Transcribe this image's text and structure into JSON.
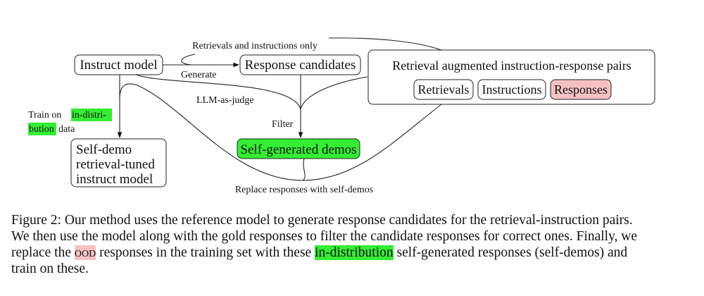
{
  "diagram": {
    "nodes": {
      "instruct_model": "Instruct model",
      "response_candidates": "Response candidates",
      "pairs_title": "Retrieval augmented instruction-response pairs",
      "retrievals": "Retrievals",
      "instructions": "Instructions",
      "responses": "Responses",
      "self_generated_demos": "Self-generated demos",
      "self_demo_model": [
        "Self-demo",
        "retrieval-tuned",
        "instruct model"
      ]
    },
    "edge_labels": {
      "retrievals_only": "Retrievals and instructions only",
      "generate": "Generate",
      "llm_judge": "LLM-as-judge",
      "filter": "Filter",
      "train_prefix": "Train on",
      "train_highlight_1": "in-distri-",
      "train_highlight_2": "bution",
      "train_suffix": "data",
      "replace": "Replace responses with self-demos"
    },
    "colors": {
      "green": "#33ee33",
      "pink": "#f4c2c2"
    }
  },
  "caption": {
    "line1": "Figure 2: Our method uses the reference model to generate response candidates for the retrieval-instruction pairs.",
    "line2": "We then use the model along with the gold responses to filter the candidate responses for correct ones. Finally, we",
    "line3_a": "replace the",
    "line3_ood": "ood",
    "line3_b": "responses in the training set with these",
    "line3_hl": "in-distribution",
    "line3_c": "self-generated responses (self-demos) and",
    "line4": "train on these."
  }
}
